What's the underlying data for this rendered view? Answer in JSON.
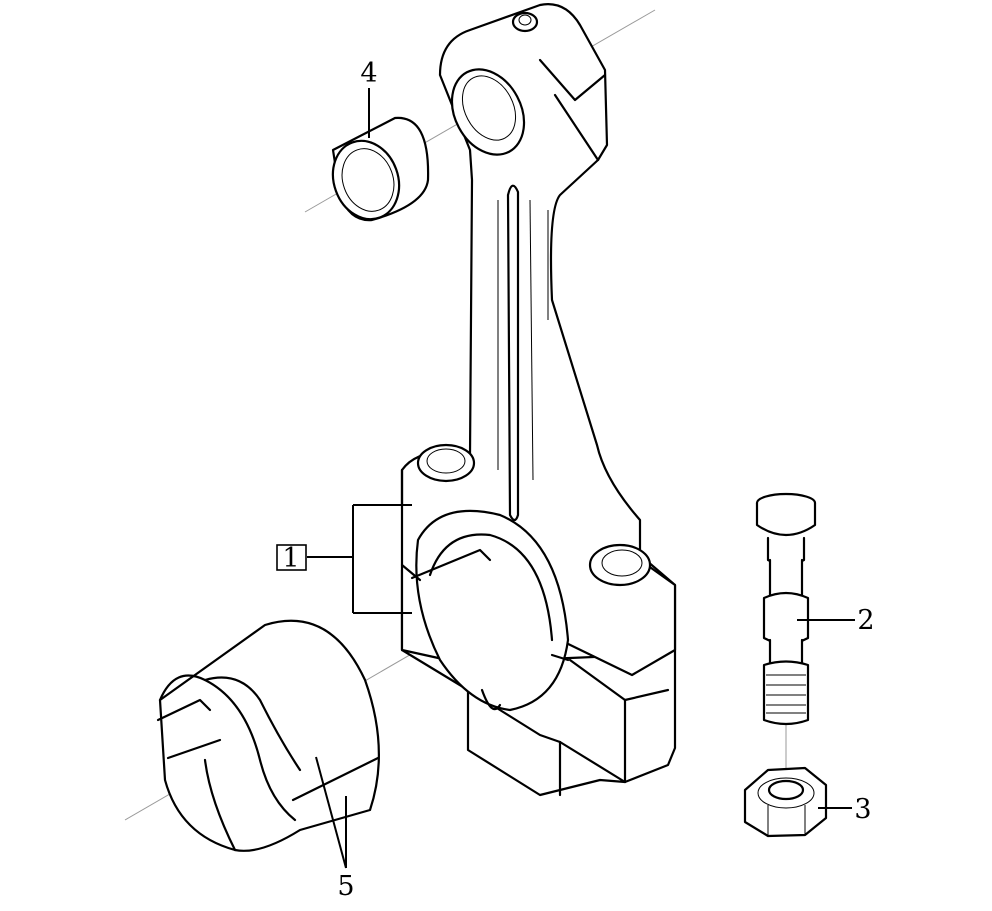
{
  "diagram": {
    "callouts": {
      "kit": "1",
      "bolt": "2",
      "nut": "3",
      "bushing": "4",
      "bearing": "5"
    },
    "colors": {
      "line": "#000000",
      "centerline": "#9a9a9a",
      "background": "#ffffff"
    }
  }
}
